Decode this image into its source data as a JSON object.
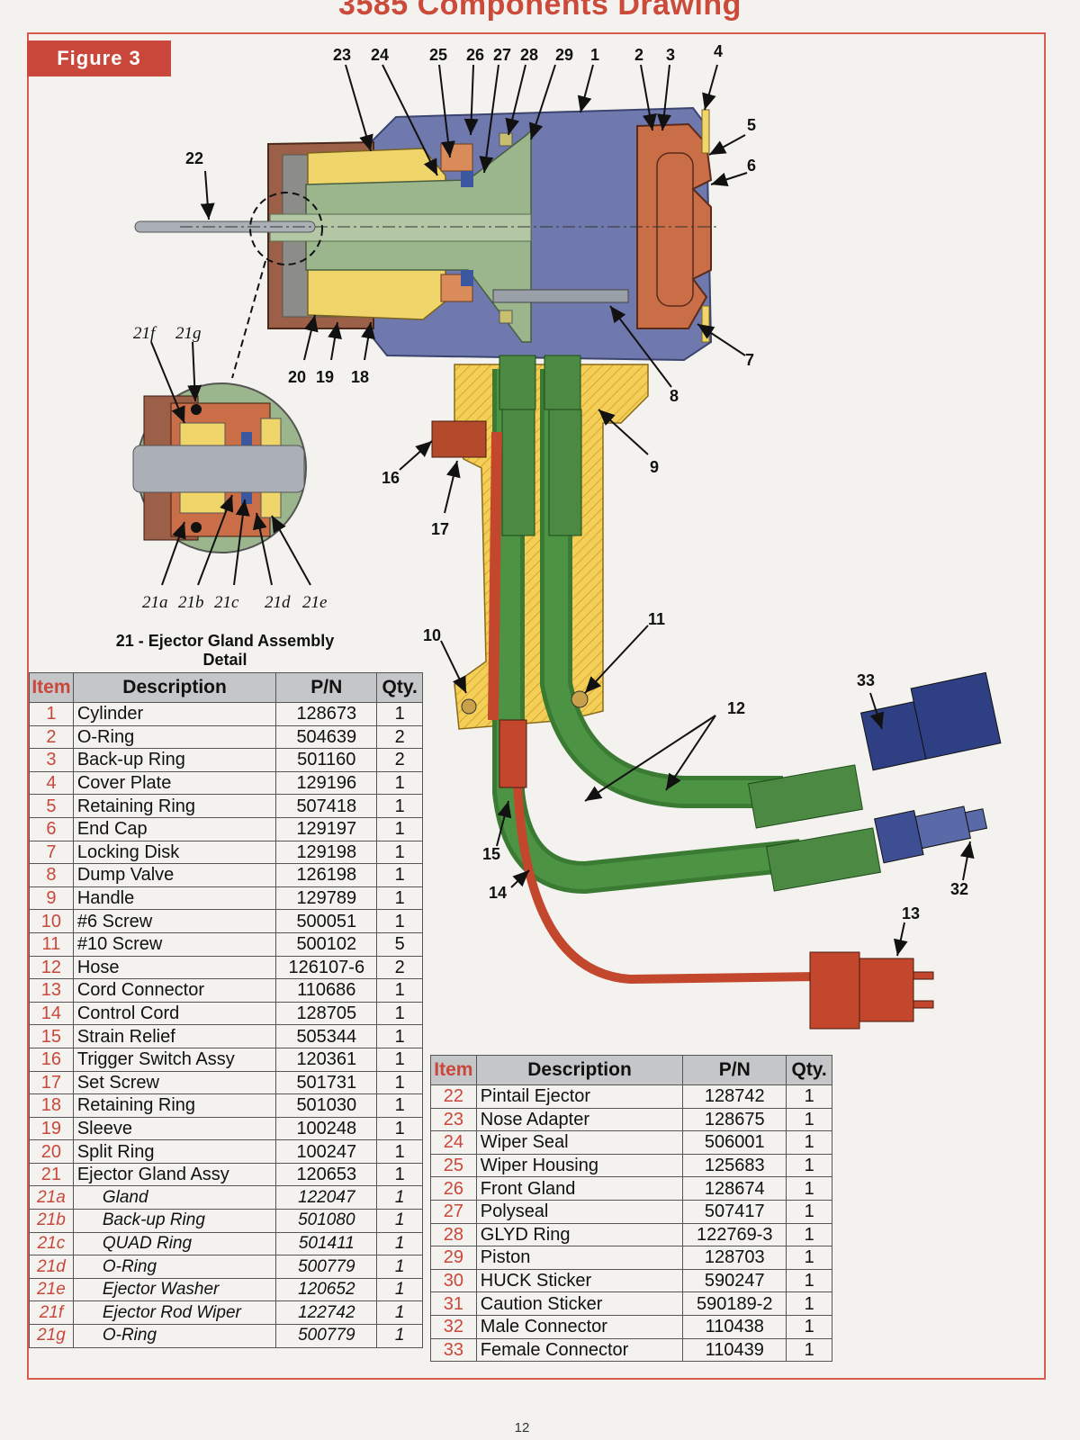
{
  "document_title": "3585 Components Drawing",
  "figure_label": "Figure 3",
  "detail_caption_line1": "21 - Ejector Gland Assembly",
  "detail_caption_line2": "Detail",
  "page_number": "12",
  "callouts": {
    "c1": "1",
    "c2": "2",
    "c3": "3",
    "c4": "4",
    "c5": "5",
    "c6": "6",
    "c7": "7",
    "c8": "8",
    "c9": "9",
    "c10": "10",
    "c11": "11",
    "c12": "12",
    "c13": "13",
    "c14": "14",
    "c15": "15",
    "c16": "16",
    "c17": "17",
    "c18": "18",
    "c19": "19",
    "c20": "20",
    "c22": "22",
    "c23": "23",
    "c24": "24",
    "c25": "25",
    "c26": "26",
    "c27": "27",
    "c28": "28",
    "c29": "29",
    "c32": "32",
    "c33": "33",
    "c21a": "21a",
    "c21b": "21b",
    "c21c": "21c",
    "c21d": "21d",
    "c21e": "21e",
    "c21f": "21f",
    "c21g": "21g"
  },
  "table_headers": {
    "item": "Item",
    "description": "Description",
    "pn": "P/N",
    "qty": "Qty."
  },
  "parts_left": [
    {
      "item": "1",
      "description": "Cylinder",
      "pn": "128673",
      "qty": "1"
    },
    {
      "item": "2",
      "description": "O-Ring",
      "pn": "504639",
      "qty": "2"
    },
    {
      "item": "3",
      "description": "Back-up Ring",
      "pn": "501160",
      "qty": "2"
    },
    {
      "item": "4",
      "description": "Cover Plate",
      "pn": "129196",
      "qty": "1"
    },
    {
      "item": "5",
      "description": "Retaining Ring",
      "pn": "507418",
      "qty": "1"
    },
    {
      "item": "6",
      "description": "End Cap",
      "pn": "129197",
      "qty": "1"
    },
    {
      "item": "7",
      "description": "Locking Disk",
      "pn": "129198",
      "qty": "1"
    },
    {
      "item": "8",
      "description": "Dump Valve",
      "pn": "126198",
      "qty": "1"
    },
    {
      "item": "9",
      "description": "Handle",
      "pn": "129789",
      "qty": "1"
    },
    {
      "item": "10",
      "description": "#6 Screw",
      "pn": "500051",
      "qty": "1"
    },
    {
      "item": "11",
      "description": "#10 Screw",
      "pn": "500102",
      "qty": "5"
    },
    {
      "item": "12",
      "description": "Hose",
      "pn": "126107-6",
      "qty": "2"
    },
    {
      "item": "13",
      "description": "Cord Connector",
      "pn": "110686",
      "qty": "1"
    },
    {
      "item": "14",
      "description": "Control Cord",
      "pn": "128705",
      "qty": "1"
    },
    {
      "item": "15",
      "description": "Strain Relief",
      "pn": "505344",
      "qty": "1"
    },
    {
      "item": "16",
      "description": "Trigger Switch Assy",
      "pn": "120361",
      "qty": "1"
    },
    {
      "item": "17",
      "description": "Set Screw",
      "pn": "501731",
      "qty": "1"
    },
    {
      "item": "18",
      "description": "Retaining Ring",
      "pn": "501030",
      "qty": "1"
    },
    {
      "item": "19",
      "description": "Sleeve",
      "pn": "100248",
      "qty": "1"
    },
    {
      "item": "20",
      "description": "Split Ring",
      "pn": "100247",
      "qty": "1"
    },
    {
      "item": "21",
      "description": "Ejector Gland Assy",
      "pn": "120653",
      "qty": "1"
    },
    {
      "item": "21a",
      "description": "Gland",
      "pn": "122047",
      "qty": "1",
      "sub": true
    },
    {
      "item": "21b",
      "description": "Back-up Ring",
      "pn": "501080",
      "qty": "1",
      "sub": true
    },
    {
      "item": "21c",
      "description": "QUAD Ring",
      "pn": "501411",
      "qty": "1",
      "sub": true
    },
    {
      "item": "21d",
      "description": "O-Ring",
      "pn": "500779",
      "qty": "1",
      "sub": true
    },
    {
      "item": "21e",
      "description": "Ejector Washer",
      "pn": "120652",
      "qty": "1",
      "sub": true
    },
    {
      "item": "21f",
      "description": "Ejector Rod Wiper",
      "pn": "122742",
      "qty": "1",
      "sub": true
    },
    {
      "item": "21g",
      "description": "O-Ring",
      "pn": "500779",
      "qty": "1",
      "sub": true
    }
  ],
  "parts_right": [
    {
      "item": "22",
      "description": "Pintail Ejector",
      "pn": "128742",
      "qty": "1"
    },
    {
      "item": "23",
      "description": "Nose Adapter",
      "pn": "128675",
      "qty": "1"
    },
    {
      "item": "24",
      "description": "Wiper Seal",
      "pn": "506001",
      "qty": "1"
    },
    {
      "item": "25",
      "description": "Wiper Housing",
      "pn": "125683",
      "qty": "1"
    },
    {
      "item": "26",
      "description": "Front Gland",
      "pn": "128674",
      "qty": "1"
    },
    {
      "item": "27",
      "description": "Polyseal",
      "pn": "507417",
      "qty": "1"
    },
    {
      "item": "28",
      "description": "GLYD Ring",
      "pn": "122769-3",
      "qty": "1"
    },
    {
      "item": "29",
      "description": "Piston",
      "pn": "128703",
      "qty": "1"
    },
    {
      "item": "30",
      "description": "HUCK Sticker",
      "pn": "590247",
      "qty": "1"
    },
    {
      "item": "31",
      "description": "Caution Sticker",
      "pn": "590189-2",
      "qty": "1"
    },
    {
      "item": "32",
      "description": "Male Connector",
      "pn": "110438",
      "qty": "1"
    },
    {
      "item": "33",
      "description": "Female Connector",
      "pn": "110439",
      "qty": "1"
    }
  ]
}
